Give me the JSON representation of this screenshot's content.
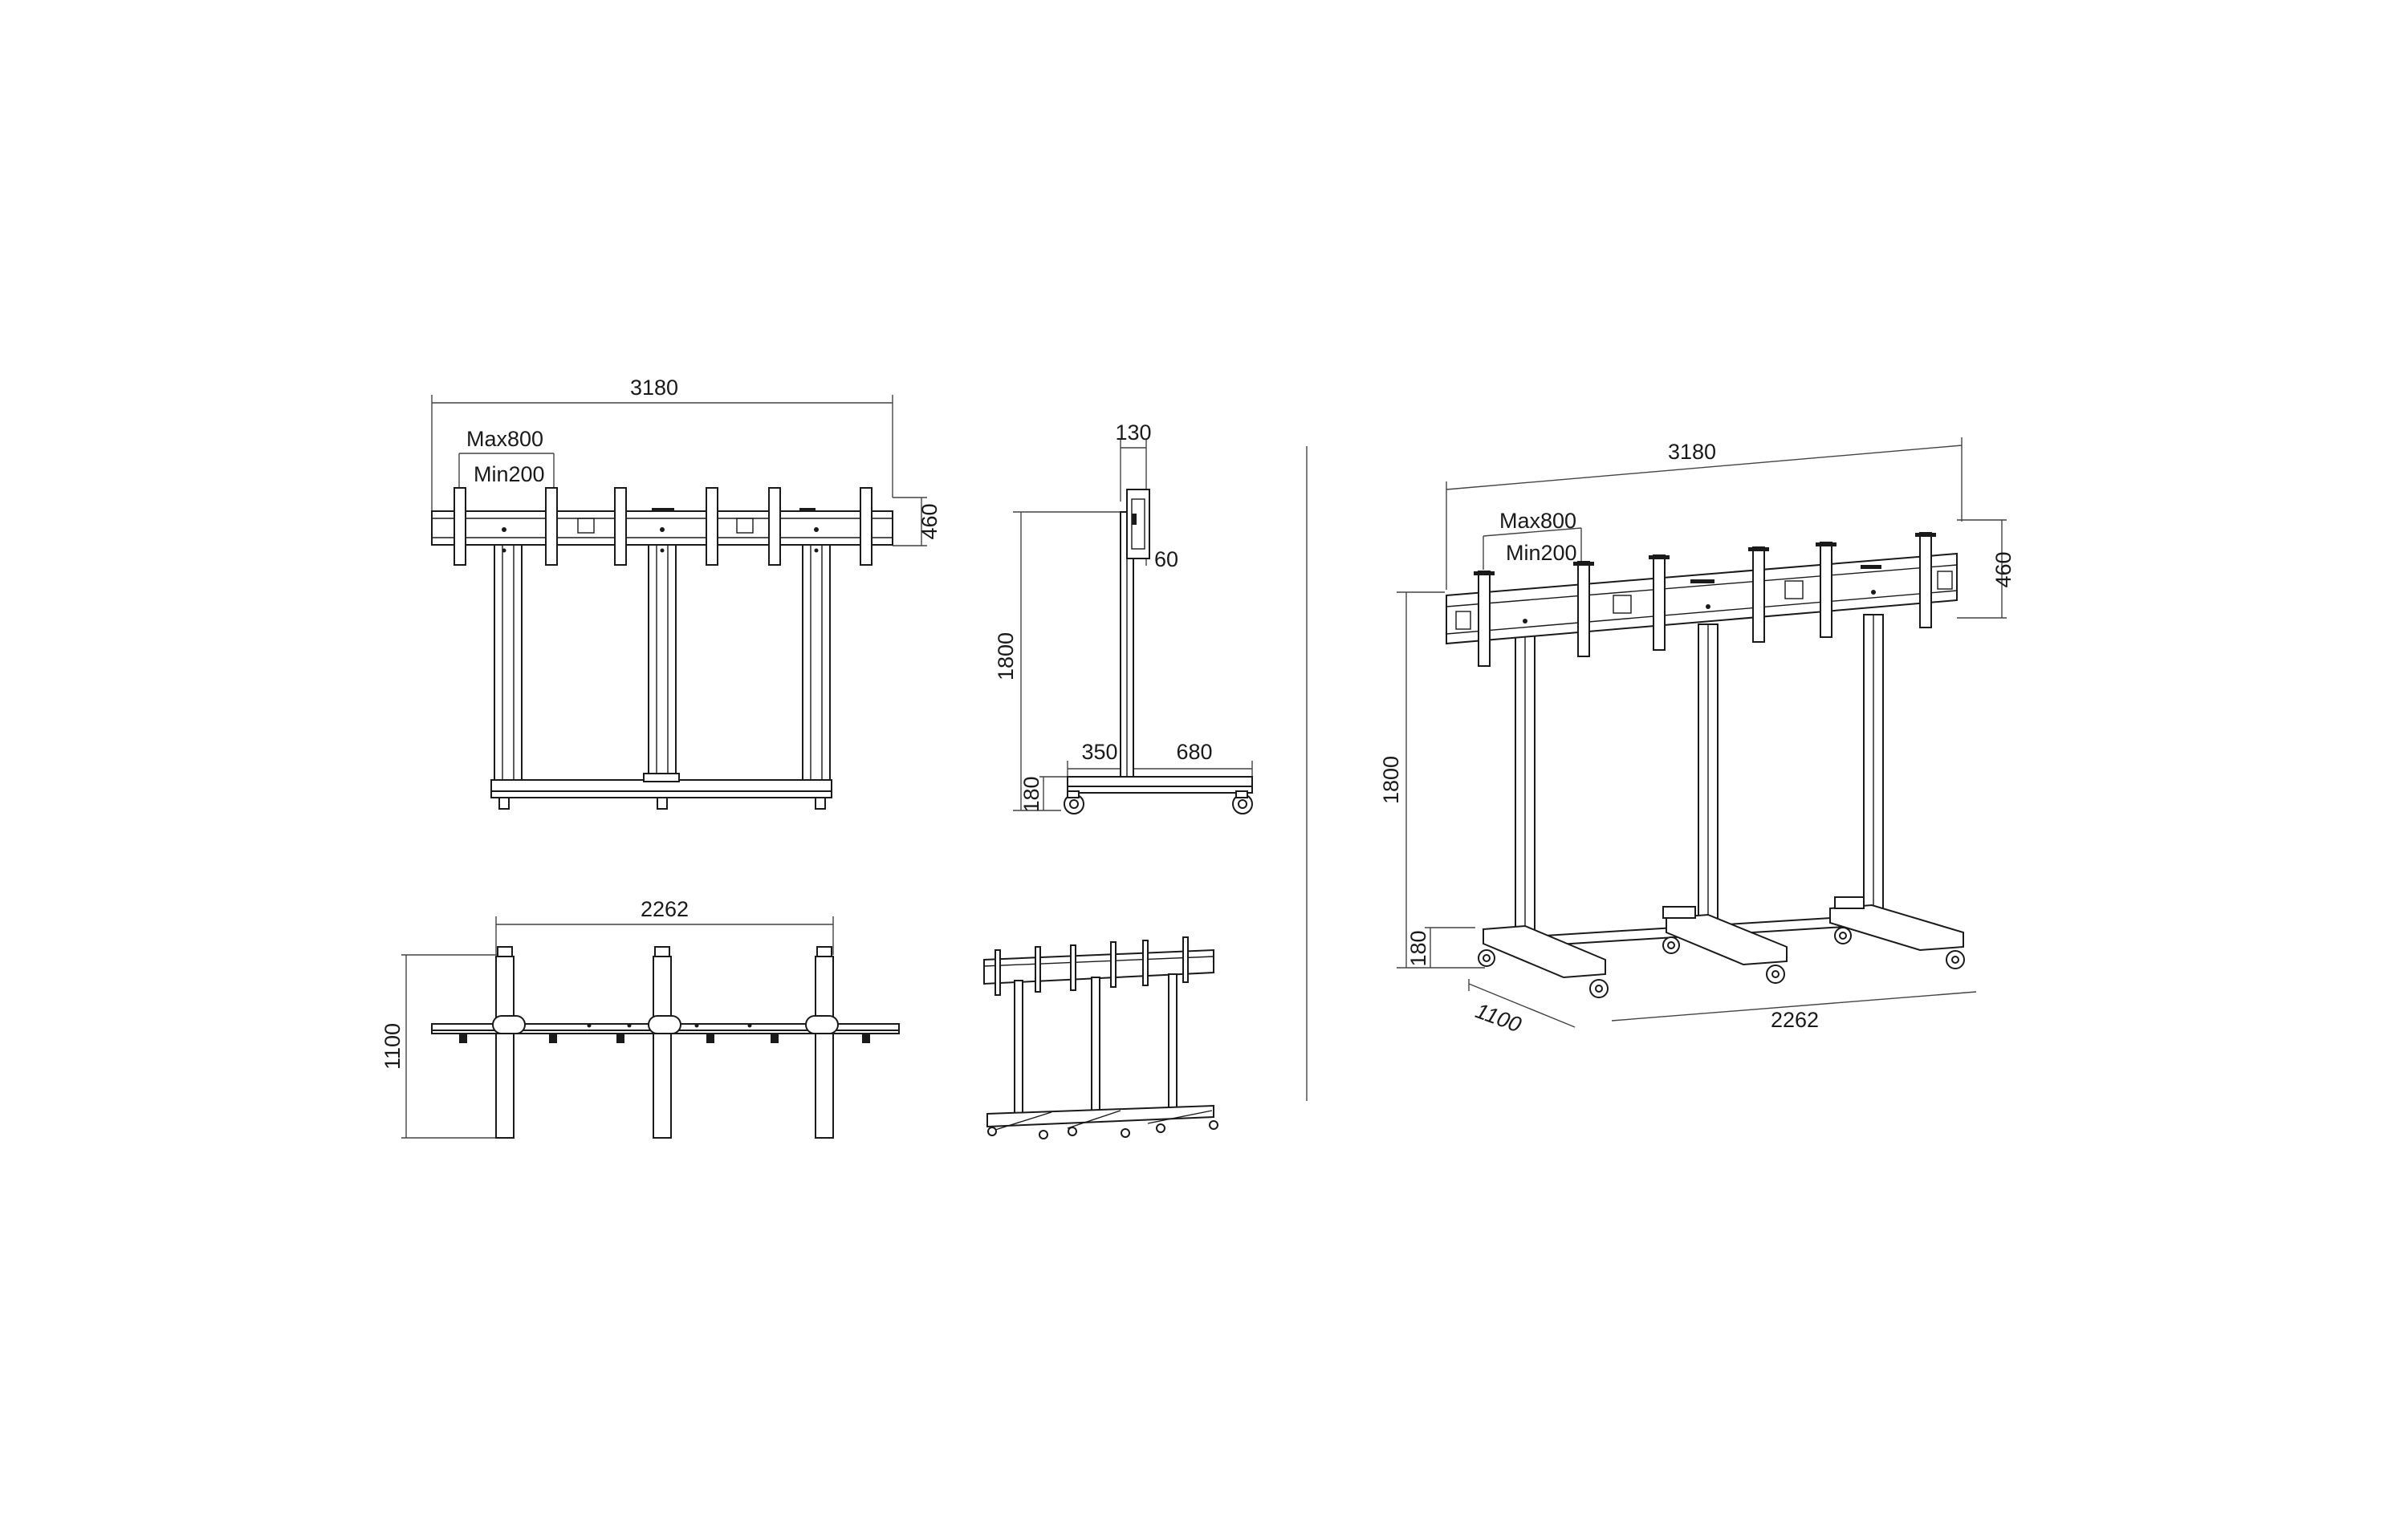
{
  "views": {
    "front": {
      "width_label": "3180",
      "max_spacing_label": "Max800",
      "min_spacing_label": "Min200",
      "beam_height_label": "460"
    },
    "side": {
      "depth_top_label": "130",
      "bracket_label": "60",
      "height_label": "1800",
      "base_front_label": "350",
      "base_back_label": "680",
      "base_height_label": "180"
    },
    "top": {
      "width_label": "2262",
      "depth_label": "1100"
    },
    "isometric": {
      "width_label": "3180",
      "max_spacing_label": "Max800",
      "min_spacing_label": "Min200",
      "beam_height_label": "460",
      "height_label": "1800",
      "base_height_label": "180",
      "depth_label": "1100",
      "base_width_label": "2262"
    }
  }
}
